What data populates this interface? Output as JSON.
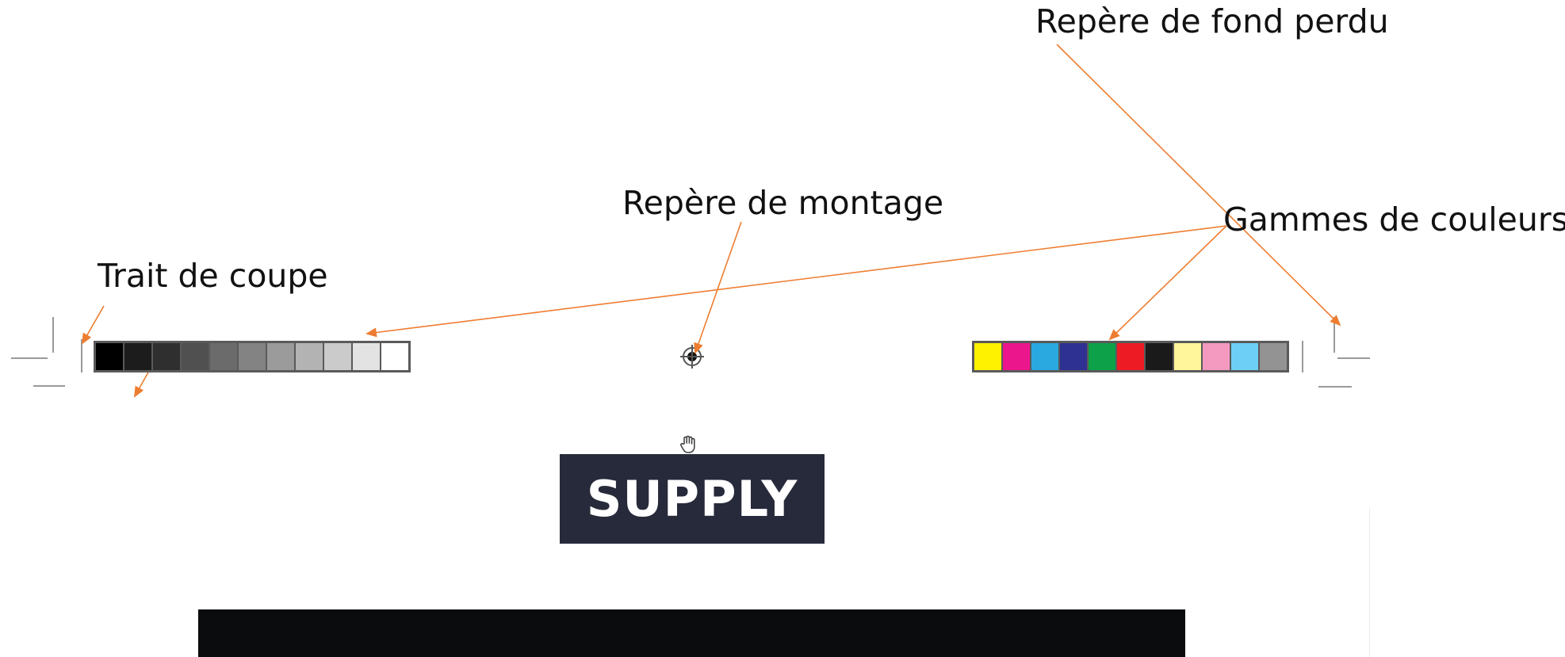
{
  "labels": {
    "bleed_mark": "Repère de fond perdu",
    "registration_mark": "Repère de montage",
    "color_bars": "Gammes de couleurs",
    "crop_mark": "Trait de coupe"
  },
  "logo": {
    "text": "SUPPLY"
  },
  "colors": {
    "arrow": "#ed7d31",
    "mark_line": "#9a9a9a",
    "logo_background": "#262a3a",
    "band": "#0b0c0d"
  },
  "gray_swatches": [
    "#000000",
    "#1c1c1c",
    "#2f2f2f",
    "#505050",
    "#6b6b6b",
    "#838383",
    "#9b9b9b",
    "#b3b3b3",
    "#cbcbcb",
    "#e3e3e3",
    "#ffffff"
  ],
  "color_swatches": [
    "#fff200",
    "#ec168c",
    "#2aa8e0",
    "#2e3092",
    "#0da14a",
    "#ed1c24",
    "#1a1a1a",
    "#fff59a",
    "#f49ac1",
    "#6dcff6",
    "#939393"
  ],
  "icons": {
    "registration": "crosshair-target-icon",
    "cursor": "hand-cursor-icon"
  }
}
